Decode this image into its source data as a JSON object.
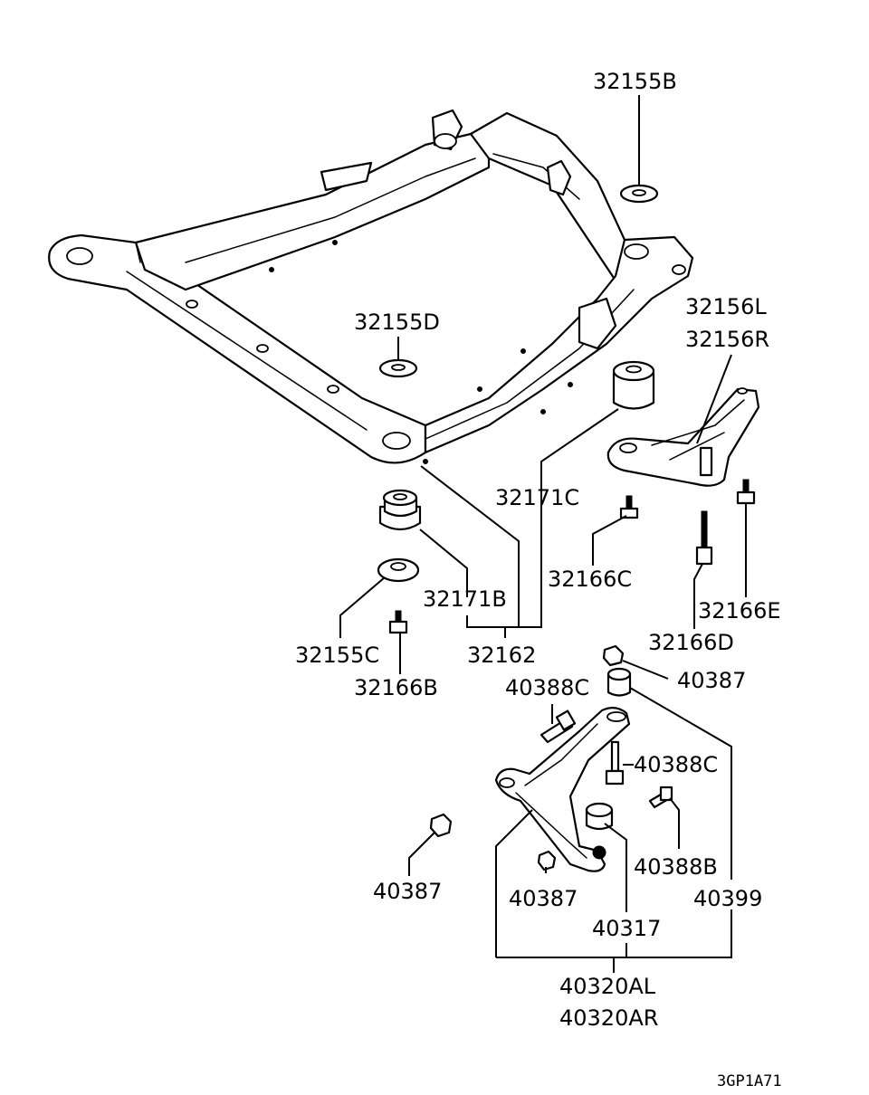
{
  "labels": {
    "l32155B": "32155B",
    "l32155D": "32155D",
    "l32156L": "32156L",
    "l32156R": "32156R",
    "l32171C": "32171C",
    "l32166C": "32166C",
    "l32166E": "32166E",
    "l32166D": "32166D",
    "l32171B": "32171B",
    "l32155C": "32155C",
    "l32162": "32162",
    "l32166B": "32166B",
    "l40387a": "40387",
    "l40388Ca": "40388C",
    "l40388Cb": "40388C",
    "l40388B": "40388B",
    "l40387b": "40387",
    "l40387c": "40387",
    "l40399": "40399",
    "l40317": "40317",
    "l40320AL": "40320AL",
    "l40320AR": "40320AR"
  },
  "reference_code": "3GP1A71"
}
